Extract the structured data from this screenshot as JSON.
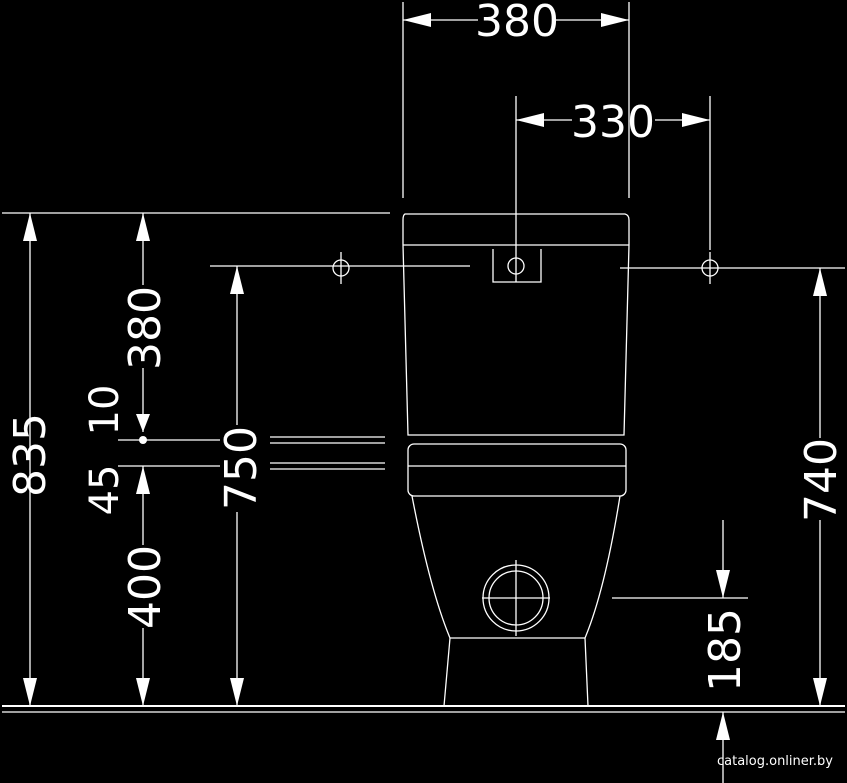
{
  "dimensions": {
    "width_total": "380",
    "offset_holes": "330",
    "height_total": "835",
    "tank_height": "380",
    "gap": "10",
    "seat_band": "45",
    "bowl_height": "400",
    "rim_height": "750",
    "hole_height": "740",
    "outlet_height": "185"
  },
  "watermark": "catalog.onliner.by"
}
